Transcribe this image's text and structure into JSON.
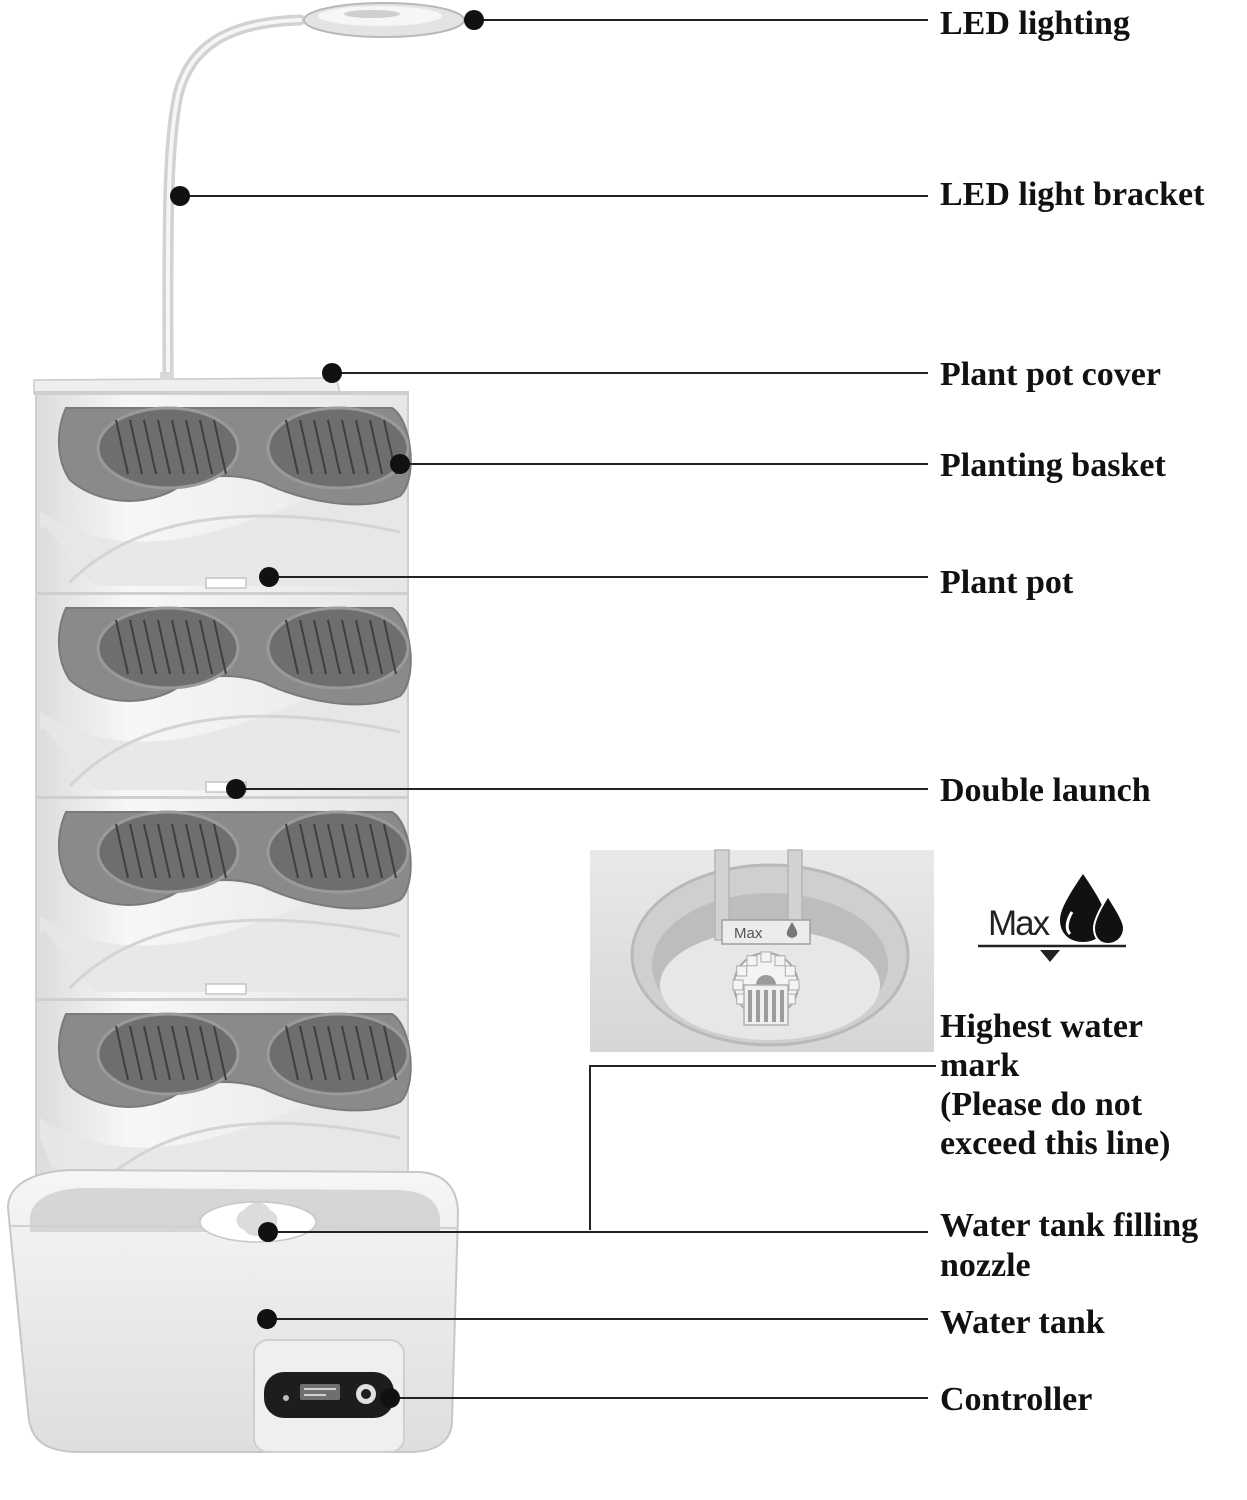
{
  "labels": {
    "led_lighting": "LED lighting",
    "led_light_bracket": "LED light bracket",
    "plant_pot_cover": "Plant pot cover",
    "planting_basket": "Planting basket",
    "plant_pot": "Plant pot",
    "double_launch": "Double launch",
    "highest_water_mark": [
      "Highest water",
      "mark",
      "(Please do not",
      "exceed this line)"
    ],
    "water_tank_filling_nozzle": [
      "Water tank filling",
      "nozzle"
    ],
    "water_tank": "Water tank",
    "controller": "Controller"
  },
  "inset": {
    "max_sticker": "Max"
  },
  "max_icon": {
    "text": "Max"
  },
  "colors": {
    "basket_gray": "#6e6e6e",
    "pot_white": "#f3f3f3",
    "leader_line": "#222222",
    "text": "#111111"
  }
}
